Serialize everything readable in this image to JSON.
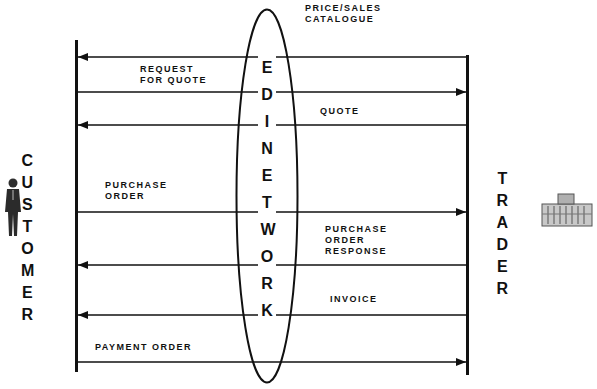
{
  "diagram": {
    "nodes": [
      {
        "text": [
          "CUSTOMER"
        ]
      },
      {
        "text": [
          "EDI NETWORK"
        ]
      },
      {
        "text": [
          "TRADER"
        ]
      }
    ],
    "edges": [
      {
        "from": 2,
        "to": 0,
        "label": "PRICE/SALES CATALOGUE",
        "arrow": "to"
      },
      {
        "from": 0,
        "to": 2,
        "label": "REQUEST FOR QUOTE",
        "arrow": "to"
      },
      {
        "from": 2,
        "to": 0,
        "label": "QUOTE",
        "arrow": "to"
      },
      {
        "from": 0,
        "to": 2,
        "label": "PURCHASE ORDER",
        "arrow": "to"
      },
      {
        "from": 2,
        "to": 0,
        "label": "PURCHASE ORDER RESPONSE",
        "arrow": "to"
      },
      {
        "from": 2,
        "to": 0,
        "label": "INVOICE",
        "arrow": "to"
      },
      {
        "from": 0,
        "to": 2,
        "label": "PAYMENT ORDER",
        "arrow": "to"
      }
    ]
  }
}
